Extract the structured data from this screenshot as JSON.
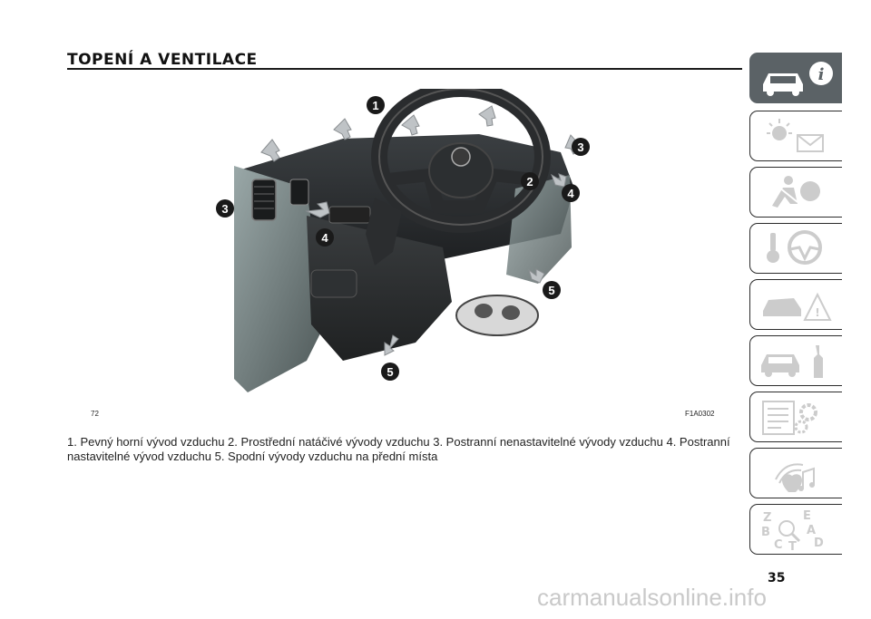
{
  "section_title": "TOPENÍ A VENTILACE",
  "figure": {
    "number": "72",
    "code": "F1A0302",
    "callouts": [
      "1",
      "2",
      "3",
      "3",
      "4",
      "4",
      "5",
      "5"
    ]
  },
  "caption": "1. Pevný horní vývod vzduchu 2. Prostřední natáčivé vývody vzduchu 3. Postranní nenastavitelné vývody vzduchu 4. Postranní nastavitelné vývod vzduchu 5. Spodní vývody vzduchu na přední místa",
  "tabs": [
    {
      "icon": "car-info-icon",
      "active": true
    },
    {
      "icon": "warning-lights-icon",
      "active": false
    },
    {
      "icon": "airbag-seatbelt-icon",
      "active": false
    },
    {
      "icon": "steering-wheel-key-icon",
      "active": false
    },
    {
      "icon": "emergency-icon",
      "active": false
    },
    {
      "icon": "car-maintenance-icon",
      "active": false
    },
    {
      "icon": "technical-data-icon",
      "active": false
    },
    {
      "icon": "multimedia-icon",
      "active": false
    },
    {
      "icon": "index-icon",
      "active": false
    }
  ],
  "index_letters": [
    "Z",
    "E",
    "B",
    "A",
    "C",
    "T",
    "D"
  ],
  "page_number": "35",
  "watermark": "carmanualsonline.info"
}
